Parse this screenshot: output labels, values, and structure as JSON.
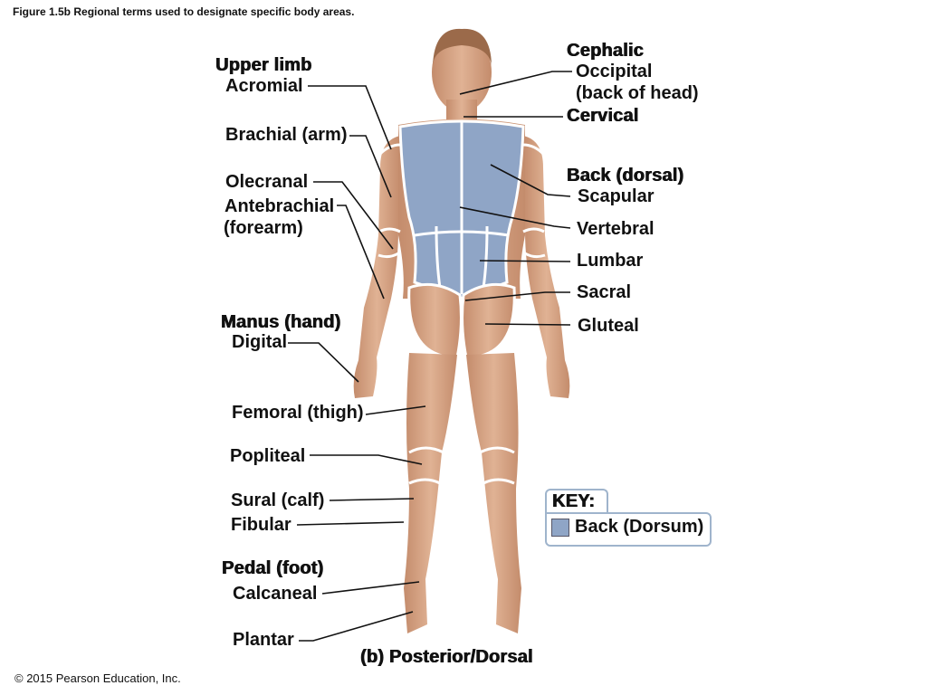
{
  "caption": "Figure 1.5b Regional terms used to designate specific body areas.",
  "copyright": "© 2015 Pearson Education, Inc.",
  "figure_title": "(b) Posterior/Dorsal",
  "left_labels": {
    "upper_limb": "Upper limb",
    "acromial": "Acromial",
    "brachial": "Brachial (arm)",
    "olecranal": "Olecranal",
    "antebrachial": "Antebrachial",
    "forearm": "(forearm)",
    "manus": "Manus (hand)",
    "digital": "Digital",
    "femoral": "Femoral (thigh)",
    "popliteal": "Popliteal",
    "sural": "Sural (calf)",
    "fibular": "Fibular",
    "pedal": "Pedal (foot)",
    "calcaneal": "Calcaneal",
    "plantar": "Plantar"
  },
  "right_labels": {
    "cephalic": "Cephalic",
    "occipital": "Occipital",
    "back_of_head": "(back of head)",
    "cervical": "Cervical",
    "back_dorsal": "Back (dorsal)",
    "scapular": "Scapular",
    "vertebral": "Vertebral",
    "lumbar": "Lumbar",
    "sacral": "Sacral",
    "gluteal": "Gluteal"
  },
  "key": {
    "title": "KEY:",
    "item": "Back (Dorsum)",
    "swatch_color": "#8fa5c6"
  },
  "colors": {
    "skin": "#d8a889",
    "back": "#8fa5c6",
    "hair": "#9b6a4a"
  }
}
